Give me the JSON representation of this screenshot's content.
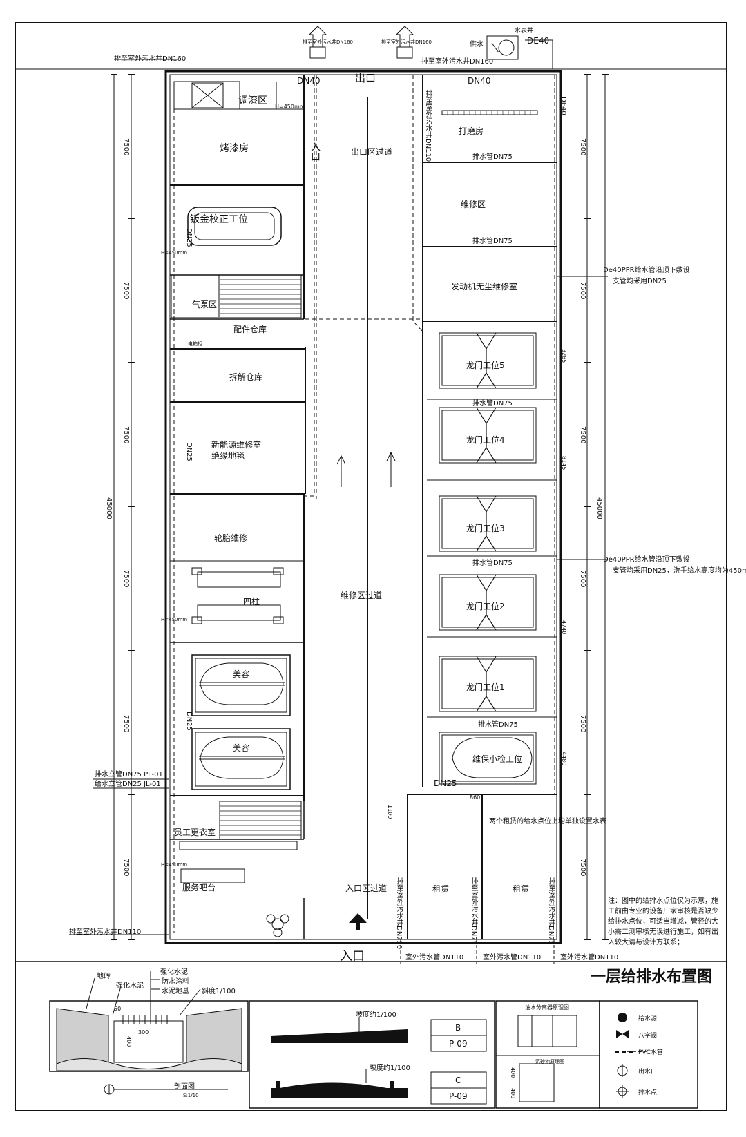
{
  "drawing": {
    "title": "一层给排水布置图",
    "scale_note": "S:1/10",
    "section_label": "剖面图",
    "note": "注：图中的给排水点位仅为示意，施工前由专业的设备厂家审核是否缺少给排水点位，可适当增减，管径的大小需二测审核无误进行施工，如有出入较大请与设计方联系；"
  },
  "top_labels": {
    "outfall_left": "排至室外污水井DN160",
    "outfall_right": "排至室外污水井DN160",
    "water_supply": "供水",
    "water_meter": "水表井",
    "de40": "DE40",
    "vent_left": "排至室外污水井DN160",
    "vent_right": "排至室外污水井DN160",
    "dn40_left": "DN40",
    "dn40_right": "DN40",
    "de40_vertical": "DE40",
    "exit": "出口"
  },
  "rooms": {
    "paint_mix": "调漆区",
    "paint_mix_h": "H=450mm",
    "bake_room": "烤漆房",
    "sheet_metal": "钣金校正工位",
    "air_pump": "气泵区",
    "parts_store": "配件仓库",
    "disassembly_store": "拆解仓库",
    "ev_repair_1": "新能源维修室",
    "ev_repair_2": "绝缘地毯",
    "tire_repair": "轮胎维修",
    "four_post": "四柱",
    "beauty_1": "美容",
    "beauty_2": "美容",
    "staff_locker": "员工更衣室",
    "service_bar": "服务吧台",
    "entry_aisle": "入口区过道",
    "entry": "入口",
    "exit_aisle": "出口区过道",
    "repair_aisle": "维修区过道",
    "entrance_side": "入口",
    "grinding": "打磨房",
    "repair_area": "维修区",
    "engine_room": "发动机无尘维修室",
    "gantry_5": "龙门工位5",
    "gantry_4": "龙门工位4",
    "gantry_3": "龙门工位3",
    "gantry_2": "龙门工位2",
    "gantry_1": "龙门工位1",
    "maintenance": "维保小检工位",
    "rental_1": "租赁",
    "rental_2": "租赁",
    "rental_note": "两个租赁的给水点位上均单独设置水表"
  },
  "pipe_labels": {
    "drain_dn75_1": "排水管DN75",
    "drain_dn75_2": "排水管DN75",
    "drain_dn75_3": "排水管DN75",
    "drain_dn75_4": "排水管DN75",
    "drain_dn75_5": "排水管DN75",
    "dn25_1": "DN25",
    "dn25_2": "DN25",
    "dn25_3": "DN25",
    "dn25_bottom": "DN25",
    "supply_note_1a": "De40PPR给水管沿顶下敷设",
    "supply_note_1b": "支管均采用DN25",
    "supply_note_2a": "De40PPR给水管沿顶下敷设",
    "supply_note_2b": "支管均采用DN25，洗手给水高度均为450mm",
    "riser_drain": "排水立管DN75 PL-01",
    "riser_supply": "给水立管DN25 JL-01",
    "outfall_dn110_left": "排至室外污水井DN110",
    "outfall_dn110_top": "排至室外污水井DN110",
    "outdoor_dn110_1": "室外污水管DN110",
    "outdoor_dn110_2": "室外污水管DN110",
    "outdoor_dn110_3": "室外污水管DN110",
    "vert_dn750": "排至室外污水井DN750",
    "vert_dn75_a": "排至室外污水井DN75",
    "vert_dn75_b": "排至室外污水井DN75",
    "h450_1": "H=450mm",
    "h450_2": "H=450mm",
    "h450_3": "H=450mm",
    "elec_box": "电箱柜"
  },
  "dimensions": {
    "left": [
      "7500",
      "7500",
      "7500",
      "7500",
      "7500",
      "7500"
    ],
    "total_left": "45000",
    "right": [
      "7500",
      "7500",
      "7500",
      "7500",
      "7500",
      "7500"
    ],
    "total_right": "45000",
    "right_inner": [
      "3285",
      "8145",
      "4740",
      "4480"
    ],
    "small_1100": "1100",
    "small_860": "860"
  },
  "section_detail": {
    "floor_tile": "地砖",
    "reinforced_mortar": "强化水泥",
    "strong_cement_1": "强化水泥",
    "waterproof": "防水涂料",
    "cement_base": "水泥地基",
    "slope": "斜度1/100",
    "dim_50": "50",
    "dim_300": "300",
    "dim_400": "400"
  },
  "slope_details": {
    "slope_top": "坡度约1/100",
    "slope_bottom": "坡度约1/100"
  },
  "refs": [
    {
      "letter": "B",
      "sheet": "P-09"
    },
    {
      "letter": "C",
      "sheet": "P-09"
    }
  ],
  "separator": {
    "title": "油水分离器原理图",
    "sub": "沉砂池原理图",
    "dim_a": "400",
    "dim_b": "400"
  },
  "legend": [
    {
      "icon": "water-source",
      "label": "给水源"
    },
    {
      "icon": "gate-valve",
      "label": "八字阀"
    },
    {
      "icon": "pvc-pipe",
      "label": "PVC水管"
    },
    {
      "icon": "water-outlet",
      "label": "出水口"
    },
    {
      "icon": "drain-point",
      "label": "排水点"
    }
  ]
}
